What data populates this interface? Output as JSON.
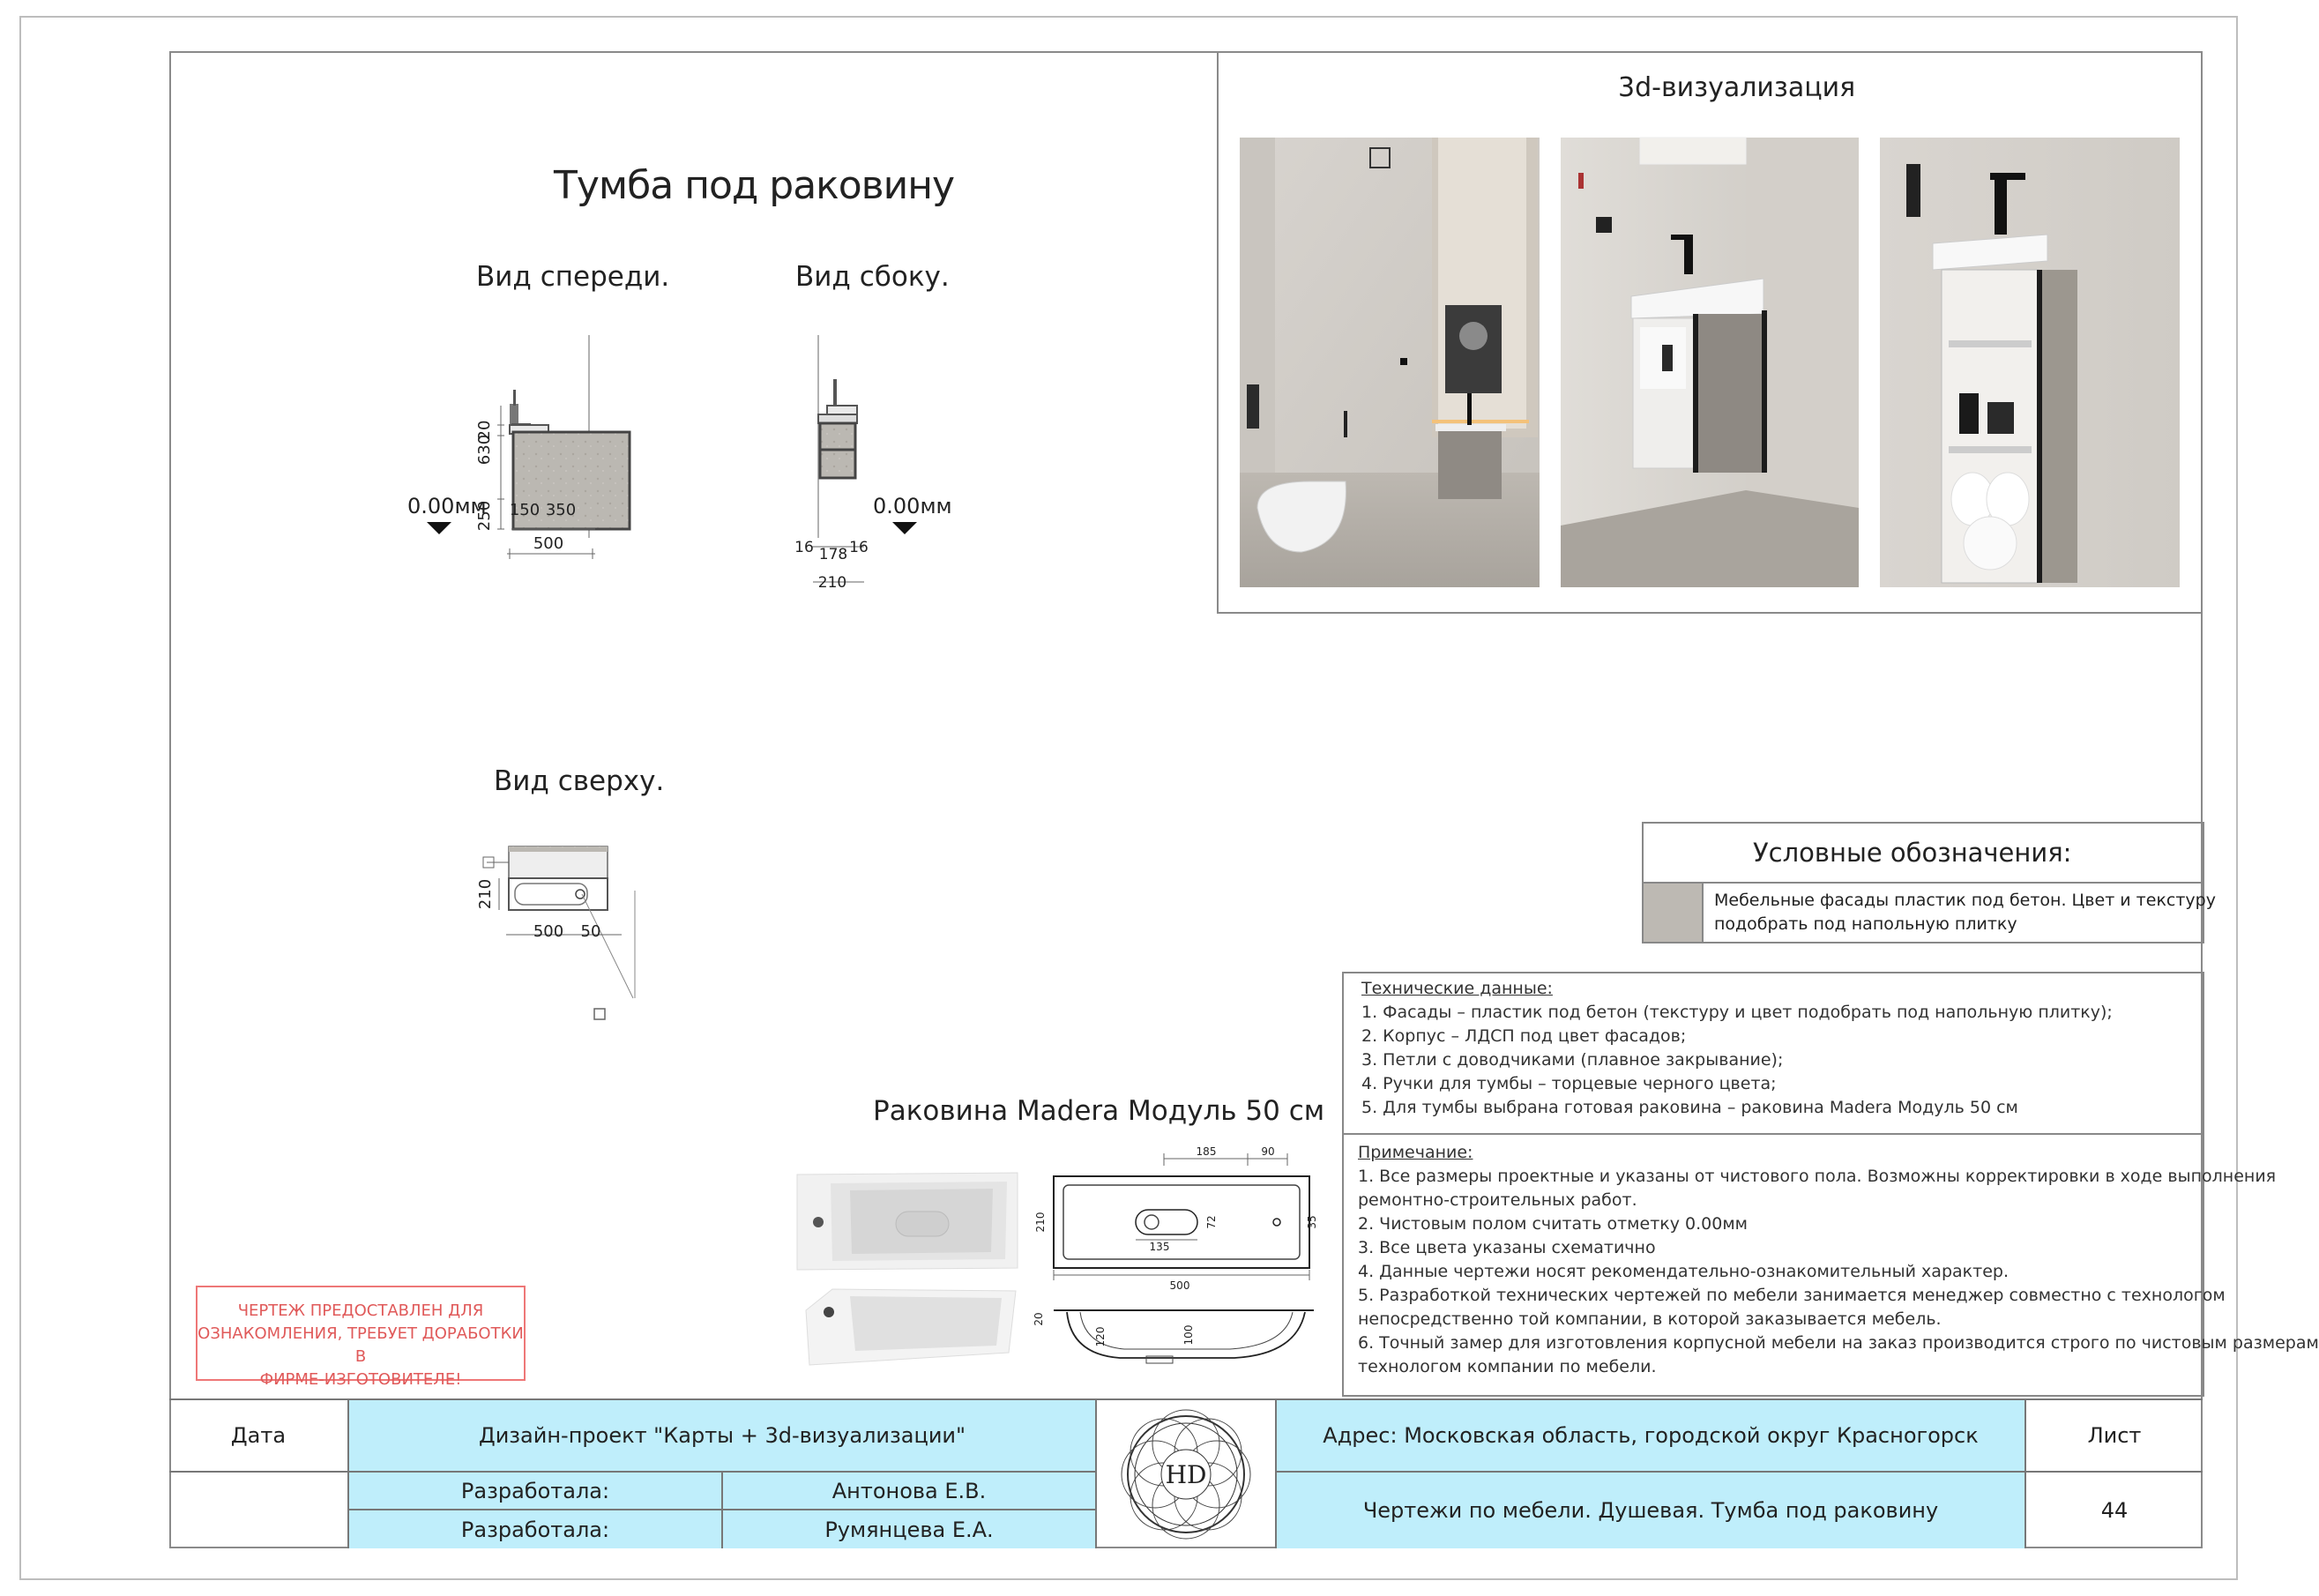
{
  "sheet": {
    "title": "Тумба под раковину",
    "front_label": "Вид спереди.",
    "side_label": "Вид сбоку.",
    "top_label": "Вид сверху.",
    "viz_title": "3d-визуализация",
    "sink_title": "Раковина Madera Модуль 50 см"
  },
  "dims": {
    "front": {
      "d20": "20",
      "d630": "630",
      "d250": "250",
      "d150": "150",
      "d350": "350",
      "d500": "500",
      "level": "0.00мм"
    },
    "side": {
      "d16a": "16",
      "d178": "178",
      "d16b": "16",
      "d210": "210",
      "level": "0.00мм"
    },
    "top": {
      "d210": "210",
      "d500": "500",
      "d50": "50"
    },
    "sink": {
      "d185": "185",
      "d90": "90",
      "d210": "210",
      "d72": "72",
      "d35": "35",
      "d135": "135",
      "d500": "500",
      "d20": "20",
      "d120": "120",
      "d100": "100"
    }
  },
  "legend": {
    "title": "Условные обозначения:",
    "line1": "Мебельные фасады пластик под бетон. Цвет и текстуру",
    "line2": "подобрать под напольную плитку"
  },
  "tech": {
    "heading": "Технические данные:",
    "items": [
      "1. Фасады – пластик под бетон (текстуру и цвет подобрать под напольную плитку);",
      "2. Корпус – ЛДСП под цвет фасадов;",
      "3. Петли с доводчиками (плавное закрывание);",
      "4. Ручки для тумбы – торцевые черного цвета;",
      "5. Для тумбы выбрана готовая раковина – раковина Madera Модуль 50 см"
    ]
  },
  "notes": {
    "heading": "Примечание:",
    "lines": [
      "1. Все размеры проектные и указаны от чистового пола. Возможны корректировки в ходе выполнения",
      "ремонтно-строительных работ.",
      "2. Чистовым полом считать отметку 0.00мм",
      "3. Все цвета указаны схематично",
      "4. Данные чертежи носят рекомендательно-ознакомительный характер.",
      "5. Разработкой технических чертежей по мебели занимается менеджер совместно с технологом",
      "непосредственно той компании, в которой заказывается мебель.",
      "6. Точный замер для изготовления корпусной мебели на заказ производится строго по чистовым размерам",
      "технологом компании по мебели."
    ]
  },
  "stamp": {
    "l1": "ЧЕРТЕЖ ПРЕДОСТАВЛЕН ДЛЯ",
    "l2": "ОЗНАКОМЛЕНИЯ, ТРЕБУЕТ ДОРАБОТКИ В",
    "l3": "ФИРМЕ-ИЗГОТОВИТЕЛЕ!"
  },
  "titleblock": {
    "date_label": "Дата",
    "project": "Дизайн-проект \"Карты + 3d-визуализации\"",
    "dev_label_1": "Разработала:",
    "dev_name_1": "Антонова Е.В.",
    "dev_label_2": "Разработала:",
    "dev_name_2": "Румянцева Е.А.",
    "logo": "HD",
    "address": "Адрес: Московская область, городской округ Красногорск",
    "drawing": "Чертежи по мебели. Душевая. Тумба под раковину",
    "sheet_label": "Лист",
    "sheet_no": "44"
  },
  "colors": {
    "accent": "#bfeefb",
    "stamp": "#e05a5a",
    "concrete": "#b9b5ae"
  }
}
